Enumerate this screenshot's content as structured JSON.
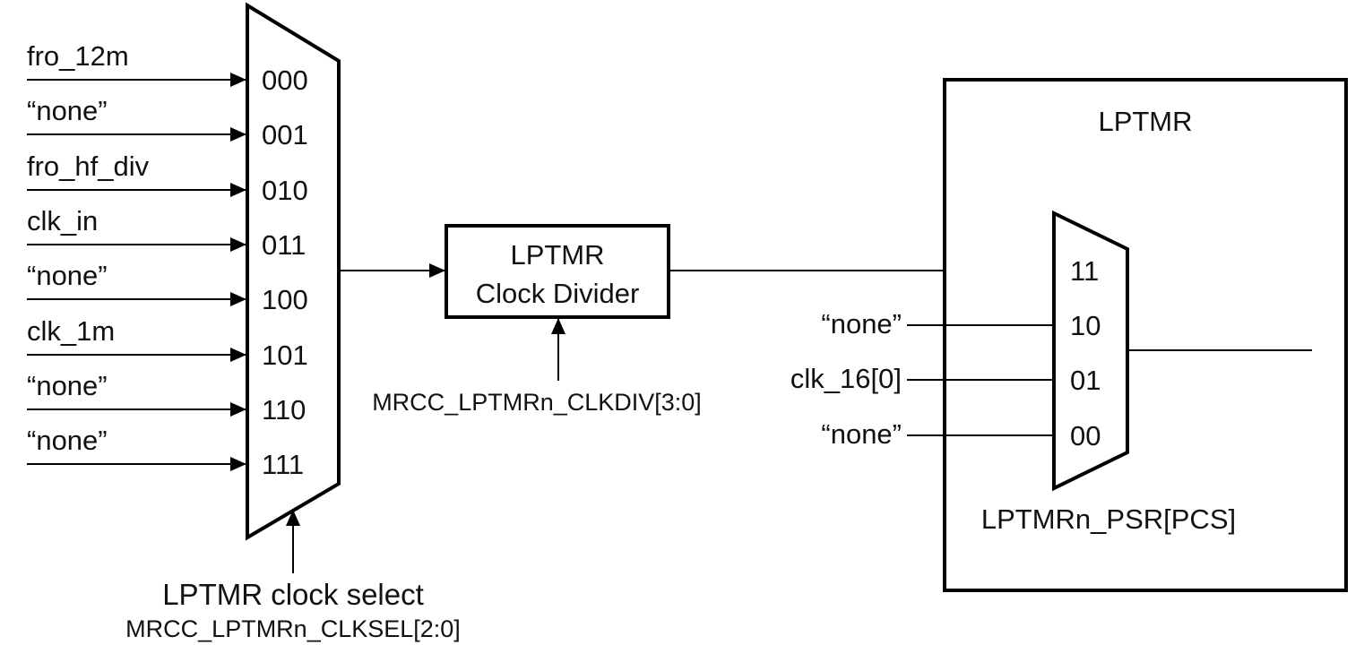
{
  "clock_mux": {
    "inputs": [
      {
        "label": "fro_12m",
        "code": "000"
      },
      {
        "label": "“none”",
        "code": "001"
      },
      {
        "label": "fro_hf_div",
        "code": "010"
      },
      {
        "label": "clk_in",
        "code": "011"
      },
      {
        "label": "“none”",
        "code": "100"
      },
      {
        "label": "clk_1m",
        "code": "101"
      },
      {
        "label": "“none”",
        "code": "110"
      },
      {
        "label": "“none”",
        "code": "111"
      }
    ],
    "select_label": "LPTMR clock select",
    "select_register": "MRCC_LPTMRn_CLKSEL[2:0]"
  },
  "divider": {
    "line1": "LPTMR",
    "line2": "Clock Divider",
    "control_register": "MRCC_LPTMRn_CLKDIV[3:0]"
  },
  "lptmr": {
    "title": "LPTMR",
    "prescaler_mux": {
      "inputs": [
        {
          "label": "",
          "code": "11"
        },
        {
          "label": "“none”",
          "code": "10"
        },
        {
          "label": "clk_16[0]",
          "code": "01"
        },
        {
          "label": "“none”",
          "code": "00"
        }
      ],
      "select_register": "LPTMRn_PSR[PCS]"
    }
  }
}
